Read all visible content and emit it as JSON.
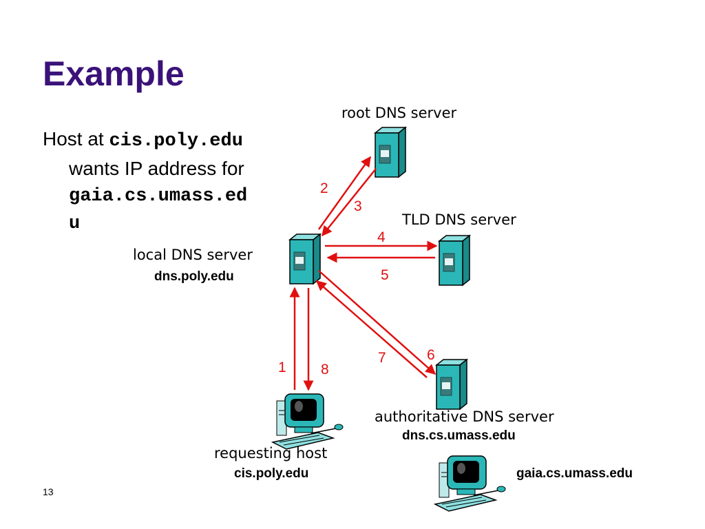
{
  "slide": {
    "title": "Example",
    "page_number": "13"
  },
  "body": {
    "line1_prefix": "Host at ",
    "line1_host": "cis.poly.edu",
    "line2": "wants IP address for",
    "line3_target": "gaia.cs.umass.ed",
    "line4_target": "u"
  },
  "nodes": {
    "root": {
      "label": "root DNS server"
    },
    "tld": {
      "label": "TLD DNS server"
    },
    "local": {
      "label": "local DNS server",
      "host": "dns.poly.edu"
    },
    "authoritative": {
      "label": "authoritative DNS server",
      "host": "dns.cs.umass.edu"
    },
    "requesting": {
      "label": "requesting host",
      "host": "cis.poly.edu"
    },
    "target": {
      "host": "gaia.cs.umass.edu"
    }
  },
  "steps": {
    "s1": "1",
    "s2": "2",
    "s3": "3",
    "s4": "4",
    "s5": "5",
    "s6": "6",
    "s7": "7",
    "s8": "8"
  },
  "colors": {
    "title": "#3a1278",
    "arrow": "#e01010",
    "server": "#2bb7b7"
  },
  "icons": {
    "server": "server-tower-icon",
    "host": "desktop-computer-icon"
  }
}
